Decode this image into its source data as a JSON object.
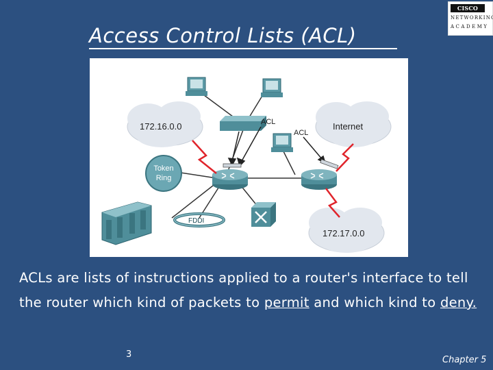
{
  "slide": {
    "title": "Access Control Lists (ACL)",
    "logo": {
      "line1": "CISCO SYSTEMS",
      "line2": "NETWORKING",
      "line3": "ACADEMY"
    },
    "body": {
      "part1": "ACLs are lists of instructions applied to a router's interface to tell the router which kind of packets to ",
      "permit": "permit",
      "part2": " and which kind to ",
      "deny": "deny."
    },
    "page_number": "3",
    "chapter": "Chapter 5"
  },
  "diagram": {
    "cloud_left_label": "172.16.0.0",
    "cloud_right_label": "Internet",
    "cloud_bottom_label": "172.17.0.0",
    "acl_label_1": "ACL",
    "acl_label_2": "ACL",
    "token_ring_line1": "Token",
    "token_ring_line2": "Ring",
    "fddi_label": "FDDI",
    "colors": {
      "cloud": "#e2e7ee",
      "device": "#4f8e9a",
      "serial_link": "#e0242b",
      "token_ring": "#6ba7b3"
    }
  }
}
